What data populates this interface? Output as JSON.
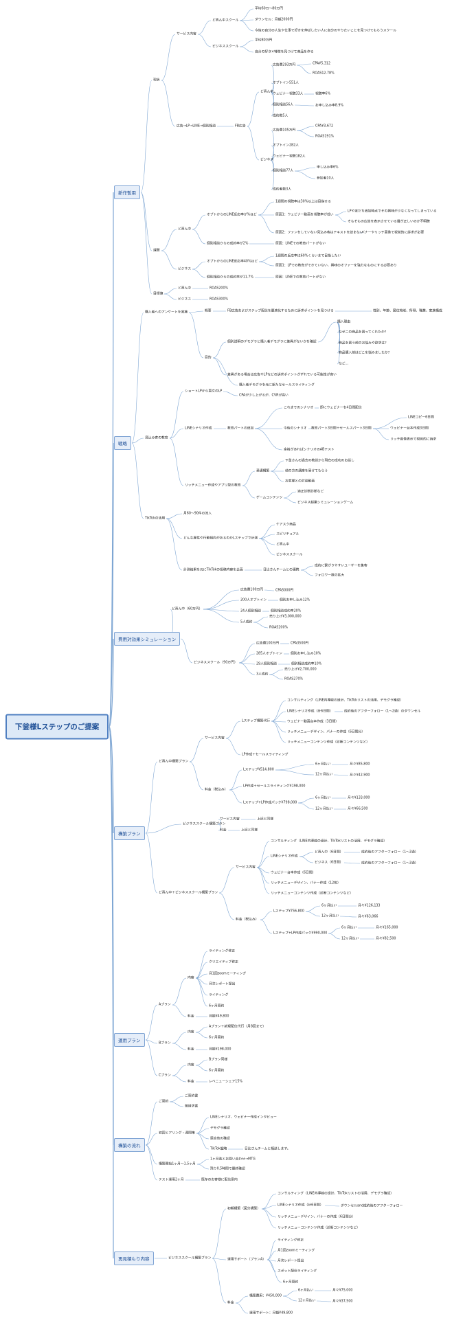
{
  "colors": {
    "line": "#7ea6d3",
    "root_fill": "#dde9f7",
    "root_border": "#4f7fc1",
    "root_text": "#1e4f96",
    "main_fill": "#e6eef9",
    "main_border": "#7fa4d4",
    "main_text": "#1e4f96",
    "text": "#222222"
  },
  "root": {
    "label": "下釜様Lステップのご提案"
  },
  "nodes": [
    {
      "id": "c1",
      "label": "新作暫用",
      "kind": "main"
    },
    {
      "id": "c2",
      "label": "戦略",
      "kind": "main"
    },
    {
      "id": "c3",
      "label": "費用対効果シミュレーション",
      "kind": "main"
    },
    {
      "id": "c4",
      "label": "構築プラン",
      "kind": "main"
    },
    {
      "id": "c5",
      "label": "運用プラン",
      "kind": "main"
    },
    {
      "id": "c6",
      "label": "構築の流れ",
      "kind": "main"
    },
    {
      "id": "c7",
      "label": "再見積もり内容",
      "kind": "main"
    },
    {
      "id": "n1",
      "p": "c1",
      "label": "現状"
    },
    {
      "id": "n2",
      "p": "n1",
      "label": "サービス内容"
    },
    {
      "id": "n3",
      "p": "n2",
      "label": "ど真ん中スクール"
    },
    {
      "id": "n4",
      "p": "n3",
      "label": "平均60万〜80万円"
    },
    {
      "id": "n5",
      "p": "n3",
      "label": "ダウンセル：月額2000円"
    },
    {
      "id": "n6",
      "p": "n3",
      "label": "今後の自分の人生や仕事で好きを伸ばしたい人に自分のやりたいことを見つけてもらうスクール"
    },
    {
      "id": "n7",
      "p": "n2",
      "label": "ビジネススクール"
    },
    {
      "id": "n8",
      "p": "n7",
      "label": "平均80万円"
    },
    {
      "id": "n9",
      "p": "n7",
      "label": "自分の好き×特徴を見つけて商品を作る"
    },
    {
      "id": "n10",
      "p": "n1",
      "label": "広告→LP→LINE→個別相談"
    },
    {
      "id": "n11",
      "p": "n10",
      "label": "FB広告"
    },
    {
      "id": "n12",
      "p": "n11",
      "label": "ど真ん中"
    },
    {
      "id": "n13",
      "p": "n12",
      "label": "広告費293万円"
    },
    {
      "id": "n14",
      "p": "n13",
      "label": "CPA¥5,312"
    },
    {
      "id": "n15",
      "p": "n13",
      "label": "ROAS12.78%"
    },
    {
      "id": "n16",
      "p": "n12",
      "label": "オプトイン551人"
    },
    {
      "id": "n17",
      "p": "n12",
      "label": "ウェビナー視聴33人"
    },
    {
      "id": "n18",
      "p": "n17",
      "label": "視聴率6%"
    },
    {
      "id": "n19",
      "p": "n12",
      "label": "個別相談56人"
    },
    {
      "id": "n20",
      "p": "n19",
      "label": "お申し込み率8.9%"
    },
    {
      "id": "n21",
      "p": "n12",
      "label": "成約数5人"
    },
    {
      "id": "n22",
      "p": "n11",
      "label": "ビジネス"
    },
    {
      "id": "n23",
      "p": "n22",
      "label": "広告費105万円"
    },
    {
      "id": "n24",
      "p": "n23",
      "label": "CPA¥3,672"
    },
    {
      "id": "n25",
      "p": "n23",
      "label": "ROAS191%"
    },
    {
      "id": "n26",
      "p": "n22",
      "label": "オプトイン282人"
    },
    {
      "id": "n27",
      "p": "n22",
      "label": "ウェビナー視聴182人"
    },
    {
      "id": "n28",
      "p": "n22",
      "label": "個別相談77人"
    },
    {
      "id": "n29",
      "p": "n28",
      "label": "申し込み率6%"
    },
    {
      "id": "n30",
      "p": "n28",
      "label": "参加者10人"
    },
    {
      "id": "n31",
      "p": "n22",
      "label": "成約者数3人"
    },
    {
      "id": "n32",
      "p": "c1",
      "label": "課題"
    },
    {
      "id": "n33",
      "p": "n32",
      "label": "ど真ん中"
    },
    {
      "id": "n34",
      "p": "n33",
      "label": "オプトからのLINE反応率が%ほど"
    },
    {
      "id": "n35",
      "p": "n34",
      "label": "1週間の視聴率は30%以上は目指せる"
    },
    {
      "id": "n36",
      "p": "n34",
      "label": "原因1：ウェビナー動画を視聴率が低い"
    },
    {
      "id": "n37",
      "p": "n36",
      "label": "LPや友だち追加時点でその興味が少なくなってしまっている"
    },
    {
      "id": "n38",
      "p": "n36",
      "label": "そもそもの広告を表示させている層が正しいのか不明瞭"
    },
    {
      "id": "n39",
      "p": "n34",
      "label": "原因2：ファンをしていない見込み客はテキストを読まない"
    },
    {
      "id": "n40",
      "p": "n39",
      "label": "バナーやリッチ画像で視覚的に訴求が必要"
    },
    {
      "id": "n41",
      "p": "n33",
      "label": "個別相談からの成約率が2%"
    },
    {
      "id": "n42",
      "p": "n41",
      "label": "原因：LINEでの教育パートがない"
    },
    {
      "id": "n43",
      "p": "n32",
      "label": "ビジネス"
    },
    {
      "id": "n44",
      "p": "n43",
      "label": "オプトからのLINE反応率40%ほど"
    },
    {
      "id": "n45",
      "p": "n44",
      "label": "1週間の反応率は60%くらいまで目指したい"
    },
    {
      "id": "n46",
      "p": "n44",
      "label": "原因1：LPでの教育ができていない、興味のオファーを強力なものにする必要あり"
    },
    {
      "id": "n47",
      "p": "n43",
      "label": "個別相談からの成約率が11.7%"
    },
    {
      "id": "n48",
      "p": "n47",
      "label": "原因：LINEでの教育パートがない"
    },
    {
      "id": "n49",
      "p": "c1",
      "label": "目標値"
    },
    {
      "id": "n50",
      "p": "n49",
      "label": "ど真ん中"
    },
    {
      "id": "n51",
      "p": "n50",
      "label": "ROAS200%"
    },
    {
      "id": "n52",
      "p": "n49",
      "label": "ビジネス"
    },
    {
      "id": "n53",
      "p": "n52",
      "label": "ROAS300%"
    },
    {
      "id": "n54",
      "p": "c2",
      "label": "購入者へのアンケートを実施"
    },
    {
      "id": "n55",
      "p": "n54",
      "label": "概要"
    },
    {
      "id": "n56",
      "p": "n55",
      "label": "FB広告およびステップ配信を最適化するために訴求ポイントを見つける"
    },
    {
      "id": "n57",
      "p": "n56",
      "label": "性別、年齢、居住地域、所得、職業、家族構成"
    },
    {
      "id": "n58",
      "p": "n54",
      "label": "目的"
    },
    {
      "id": "n59",
      "p": "n58",
      "label": "個別説明のデモグラと購入者デモグラに差異がないかを確認"
    },
    {
      "id": "n60",
      "p": "n59",
      "label": "購入理由"
    },
    {
      "id": "n61",
      "p": "n60",
      "label": "なぜこの商品を買ってくれたか？"
    },
    {
      "id": "n62",
      "p": "n60",
      "label": "商品を買う前のお悩みや欲求は？"
    },
    {
      "id": "n63",
      "p": "n60",
      "label": "商品購入前はどこを悩みましたか？"
    },
    {
      "id": "n64",
      "p": "n60",
      "label": "など..."
    },
    {
      "id": "n65",
      "p": "n58",
      "label": "差異がある場合は広告やLPなどの訴求ポイントがずれている可能性が高い"
    },
    {
      "id": "n66",
      "p": "n58",
      "label": "購入者デモグラを元に新たなセールスライティング"
    },
    {
      "id": "n67",
      "p": "c2",
      "label": "見込み客の教育"
    },
    {
      "id": "n68",
      "p": "n67",
      "label": "ショートLPから直文のLP"
    },
    {
      "id": "n69",
      "p": "n68",
      "label": "CPAが少し上がるが、CVRが高い"
    },
    {
      "id": "n70",
      "p": "n67",
      "label": "LINEシナリオ作成"
    },
    {
      "id": "n71",
      "p": "n70",
      "label": "教育パートの追加"
    },
    {
      "id": "n72",
      "p": "n71",
      "label": "これまでのシナリオ"
    },
    {
      "id": "n73",
      "p": "n72",
      "label": "即にウェビナーを4日間配信"
    },
    {
      "id": "n74",
      "p": "n71",
      "label": "今後のシナリオ"
    },
    {
      "id": "n75",
      "p": "n74",
      "label": "教育パート3日間＋セールスパート3日間"
    },
    {
      "id": "n76",
      "p": "n75",
      "label": "LINEコピー6日間"
    },
    {
      "id": "n77",
      "p": "n75",
      "label": "ウェビナー台本作成3日間"
    },
    {
      "id": "n78",
      "p": "n75",
      "label": "リッチ画像表示で視覚的に訴求"
    },
    {
      "id": "n79",
      "p": "n71",
      "label": "余裕があればシナリオのABテスト"
    },
    {
      "id": "n80",
      "p": "n67",
      "label": "リッチメニュー作成やアプリ型の教育"
    },
    {
      "id": "n81",
      "p": "n80",
      "label": "受講構築"
    },
    {
      "id": "n82",
      "p": "n81",
      "label": "下釜さんの過去の教訓から現在の成功のお話し"
    },
    {
      "id": "n83",
      "p": "n81",
      "label": "他の方の講座を受けてもらう"
    },
    {
      "id": "n84",
      "p": "n81",
      "label": "お客様との対談動画"
    },
    {
      "id": "n85",
      "p": "n80",
      "label": "ゲームコンテンツ"
    },
    {
      "id": "n86",
      "p": "n85",
      "label": "適正診断診断など"
    },
    {
      "id": "n87",
      "p": "n85",
      "label": "ビジネス起業シミュレーションゲーム"
    },
    {
      "id": "n88",
      "p": "c2",
      "label": "TikTokの活用"
    },
    {
      "id": "n89",
      "p": "n88",
      "label": "月60〜90件の流入"
    },
    {
      "id": "n90",
      "p": "n88",
      "label": "どんな属性や行動傾向があるのかLステップで計測"
    },
    {
      "id": "n91",
      "p": "n90",
      "label": "ケアスク商品"
    },
    {
      "id": "n92",
      "p": "n90",
      "label": "スピリチュアル"
    },
    {
      "id": "n93",
      "p": "n90",
      "label": "ど真ん中"
    },
    {
      "id": "n94",
      "p": "n90",
      "label": "ビジネススクール"
    },
    {
      "id": "n95",
      "p": "n88",
      "label": "計測結果を元にTikTokの投稿内容を企画"
    },
    {
      "id": "n96",
      "p": "n95",
      "label": "日比さんチームとの連携"
    },
    {
      "id": "n97",
      "p": "n96",
      "label": "成約に繋がりやすいユーザーを集客"
    },
    {
      "id": "n98",
      "p": "n96",
      "label": "フォロワー数の拡大"
    },
    {
      "id": "n99",
      "p": "c3",
      "label": "ど真ん中（60万円）"
    },
    {
      "id": "n100",
      "p": "n99",
      "label": "広告費100万円"
    },
    {
      "id": "n101",
      "p": "n100",
      "label": "CPA5000円"
    },
    {
      "id": "n102",
      "p": "n99",
      "label": "200人オプトイン"
    },
    {
      "id": "n103",
      "p": "n102",
      "label": "個別お申し込み12%"
    },
    {
      "id": "n104",
      "p": "n99",
      "label": "24人個別相談"
    },
    {
      "id": "n105",
      "p": "n104",
      "label": "個別相談成約率20%"
    },
    {
      "id": "n106",
      "p": "n99",
      "label": "5人成約"
    },
    {
      "id": "n107",
      "p": "n106",
      "label": "売り上げ¥3,000,000"
    },
    {
      "id": "n108",
      "p": "n106",
      "label": "ROAS200%"
    },
    {
      "id": "n109",
      "p": "c3",
      "label": "ビジネススクール（90万円）"
    },
    {
      "id": "n110",
      "p": "n109",
      "label": "広告費100万円"
    },
    {
      "id": "n111",
      "p": "n110",
      "label": "CPA3500円"
    },
    {
      "id": "n112",
      "p": "n109",
      "label": "285人オプトイン"
    },
    {
      "id": "n113",
      "p": "n112",
      "label": "個別お申し込み10%"
    },
    {
      "id": "n114",
      "p": "n109",
      "label": "29人個別相談"
    },
    {
      "id": "n115",
      "p": "n114",
      "label": "個別相談成約率10%"
    },
    {
      "id": "n116",
      "p": "n109",
      "label": "3人成約"
    },
    {
      "id": "n117",
      "p": "n116",
      "label": "売り上げ¥2,700,000"
    },
    {
      "id": "n118",
      "p": "n116",
      "label": "ROAS270%"
    },
    {
      "id": "n119",
      "p": "c4",
      "label": "ど真ん中構築プラン"
    },
    {
      "id": "n120",
      "p": "n119",
      "label": "サービス内容"
    },
    {
      "id": "n121",
      "p": "n120",
      "label": "Lステップ構築代行"
    },
    {
      "id": "n122",
      "p": "n121",
      "label": "コンサルティング（LINE内導線の設計、TikTokリストの活用、デモグラ確認）"
    },
    {
      "id": "n123",
      "p": "n121",
      "label": "LINEシナリオ作成（計6日間）"
    },
    {
      "id": "n124",
      "p": "n123",
      "label": "成約後のアフターフォロー（1〜2通）のダウンセル"
    },
    {
      "id": "n125",
      "p": "n121",
      "label": "ウェビナー動画台本作成（3日間）"
    },
    {
      "id": "n126",
      "p": "n121",
      "label": "リッチメニューデザイン、バナーの作成（6日間分）"
    },
    {
      "id": "n127",
      "p": "n121",
      "label": "リッチメニューコンテンツ作成（診断コンテンツなど）"
    },
    {
      "id": "n128",
      "p": "n120",
      "label": "LP作成＋セールスライティング"
    },
    {
      "id": "n129",
      "p": "n119",
      "label": "料金（税込み）"
    },
    {
      "id": "n130",
      "p": "n129",
      "label": "Lステップ¥514,800"
    },
    {
      "id": "n131",
      "p": "n130",
      "label": "6ヶ月払い"
    },
    {
      "id": "n132",
      "p": "n131",
      "label": "月々¥85,800"
    },
    {
      "id": "n133",
      "p": "n130",
      "label": "12ヶ月払い"
    },
    {
      "id": "n134",
      "p": "n133",
      "label": "月々¥42,900"
    },
    {
      "id": "n135",
      "p": "n129",
      "label": "LP作成＋セールスライティング¥198,000"
    },
    {
      "id": "n136",
      "p": "n129",
      "label": "Lステップ+LP作成パック¥798,000"
    },
    {
      "id": "n137",
      "p": "n136",
      "label": "6ヶ月払い"
    },
    {
      "id": "n138",
      "p": "n137",
      "label": "月々¥133,000"
    },
    {
      "id": "n139",
      "p": "n136",
      "label": "12ヶ月払い"
    },
    {
      "id": "n140",
      "p": "n139",
      "label": "月々¥66,500"
    },
    {
      "id": "n141",
      "p": "c4",
      "label": "ビジネススクール構築プラン"
    },
    {
      "id": "n142",
      "p": "n141",
      "label": "サービス内容"
    },
    {
      "id": "n143",
      "p": "n142",
      "label": "上記と同様"
    },
    {
      "id": "n144",
      "p": "n141",
      "label": "料金"
    },
    {
      "id": "n145",
      "p": "n144",
      "label": "上記と同様"
    },
    {
      "id": "n146",
      "p": "c4",
      "label": "ど真ん中＋ビジネススクール構築プラン"
    },
    {
      "id": "n147",
      "p": "n146",
      "label": "サービス内容"
    },
    {
      "id": "n148",
      "p": "n147",
      "label": "コンサルティング（LINE内導線の設計、TikTokリストの活用、デモグラ確認）"
    },
    {
      "id": "n149",
      "p": "n147",
      "label": "LINEシナリオ作成"
    },
    {
      "id": "n150",
      "p": "n149",
      "label": "ど真ん中（6日間）"
    },
    {
      "id": "n151",
      "p": "n150",
      "label": "成約後のアフターフォロー（1〜2通）"
    },
    {
      "id": "n152",
      "p": "n149",
      "label": "ビジネス（6日間）"
    },
    {
      "id": "n153",
      "p": "n152",
      "label": "成約後のアフターフォロー（1〜2通）"
    },
    {
      "id": "n154",
      "p": "n147",
      "label": "ウェビナー台本作成（6日間）"
    },
    {
      "id": "n155",
      "p": "n147",
      "label": "リッチメニューデザイン、バナー作成（12枚）"
    },
    {
      "id": "n156",
      "p": "n147",
      "label": "リッチメニューコンテンツ作成（診断コンテンツなど）"
    },
    {
      "id": "n157",
      "p": "n146",
      "label": "料金（税込み）"
    },
    {
      "id": "n158",
      "p": "n157",
      "label": "Lステップ¥756,800"
    },
    {
      "id": "n159",
      "p": "n158",
      "label": "6ヶ月払い"
    },
    {
      "id": "n160",
      "p": "n159",
      "label": "月々¥126,133"
    },
    {
      "id": "n161",
      "p": "n158",
      "label": "12ヶ月払い"
    },
    {
      "id": "n162",
      "p": "n161",
      "label": "月々¥63,066"
    },
    {
      "id": "n163",
      "p": "n157",
      "label": "Lステップ+LP作成パック¥990,000"
    },
    {
      "id": "n164",
      "p": "n163",
      "label": "6ヶ月払い"
    },
    {
      "id": "n165",
      "p": "n164",
      "label": "月々¥165,000"
    },
    {
      "id": "n166",
      "p": "n163",
      "label": "12ヶ月払い"
    },
    {
      "id": "n167",
      "p": "n166",
      "label": "月々¥82,500"
    },
    {
      "id": "n168",
      "p": "c5",
      "label": "Aプラン"
    },
    {
      "id": "n169",
      "p": "n168",
      "label": "内容"
    },
    {
      "id": "n170",
      "p": "n169",
      "label": "ライティング修正"
    },
    {
      "id": "n171",
      "p": "n169",
      "label": "クリエイティブ修正"
    },
    {
      "id": "n172",
      "p": "n169",
      "label": "月1回zoomミーティング"
    },
    {
      "id": "n173",
      "p": "n169",
      "label": "月次レポート提出"
    },
    {
      "id": "n174",
      "p": "n169",
      "label": "ライティング"
    },
    {
      "id": "n175",
      "p": "n169",
      "label": "6ヶ月契約"
    },
    {
      "id": "n176",
      "p": "n168",
      "label": "料金"
    },
    {
      "id": "n177",
      "p": "n176",
      "label": "月額¥49,800"
    },
    {
      "id": "n178",
      "p": "c5",
      "label": "Bプラン"
    },
    {
      "id": "n179",
      "p": "n178",
      "label": "内容"
    },
    {
      "id": "n180",
      "p": "n179",
      "label": "Aプラン＋新規配信代行（月8回まで）"
    },
    {
      "id": "n181",
      "p": "n179",
      "label": "6ヶ月契約"
    },
    {
      "id": "n182",
      "p": "n178",
      "label": "料金"
    },
    {
      "id": "n183",
      "p": "n182",
      "label": "月額¥198,000"
    },
    {
      "id": "n184",
      "p": "c5",
      "label": "Cプラン"
    },
    {
      "id": "n185",
      "p": "n184",
      "label": "内容"
    },
    {
      "id": "n186",
      "p": "n185",
      "label": "Bプラン同様"
    },
    {
      "id": "n187",
      "p": "n185",
      "label": "6ヶ月契約"
    },
    {
      "id": "n188",
      "p": "n184",
      "label": "料金"
    },
    {
      "id": "n189",
      "p": "n188",
      "label": "レベニューシェア15%"
    },
    {
      "id": "n190",
      "p": "c6",
      "label": "ご契約"
    },
    {
      "id": "n191",
      "p": "n190",
      "label": "ご契約書"
    },
    {
      "id": "n192",
      "p": "n190",
      "label": "御請求書"
    },
    {
      "id": "n193",
      "p": "c6",
      "label": "初回ヒアリング・週間策"
    },
    {
      "id": "n194",
      "p": "n193",
      "label": "LINEシナリオ、ウェビナー作成インタビュー"
    },
    {
      "id": "n195",
      "p": "n193",
      "label": "デモグラ確認"
    },
    {
      "id": "n196",
      "p": "n193",
      "label": "競合他の確認"
    },
    {
      "id": "n197",
      "p": "n193",
      "label": "TikTok戦略"
    },
    {
      "id": "n198",
      "p": "n197",
      "label": "日比さんチームと相談します。"
    },
    {
      "id": "n199",
      "p": "c6",
      "label": "構築開始1ヶ月〜1.5ヶ月"
    },
    {
      "id": "n200",
      "p": "n199",
      "label": "1ヶ月進とお問い合わせ→MTG"
    },
    {
      "id": "n201",
      "p": "n199",
      "label": "残り0.5時間で最終確認"
    },
    {
      "id": "n202",
      "p": "c6",
      "label": "テスト運用2ヶ月"
    },
    {
      "id": "n203",
      "p": "n202",
      "label": "既存のお客様に配信案内"
    },
    {
      "id": "n204",
      "p": "c7",
      "label": "ビジネススクール構築プラン"
    },
    {
      "id": "n205",
      "p": "n204",
      "label": "初期構築（図分構築）"
    },
    {
      "id": "n206",
      "p": "n205",
      "label": "コンサルティング（LINE内導線の設計、TikTokリストの活用、デモグラ確認）"
    },
    {
      "id": "n207",
      "p": "n205",
      "label": "LINEシナリオ作成（計6日間）"
    },
    {
      "id": "n208",
      "p": "n207",
      "label": "ダウンセルand成約後のアフターフォロー"
    },
    {
      "id": "n209",
      "p": "n205",
      "label": "リッチメニューデザイン、バナーの作成（6日間分）"
    },
    {
      "id": "n210",
      "p": "n205",
      "label": "リッチメニューコンテンツ作成（診断コンテンツなど）"
    },
    {
      "id": "n211",
      "p": "n204",
      "label": "運用サポート（プランA）"
    },
    {
      "id": "n212",
      "p": "n211",
      "label": "ライティング修正"
    },
    {
      "id": "n213",
      "p": "n211",
      "label": "月1回zoomミーティング"
    },
    {
      "id": "n214",
      "p": "n211",
      "label": "月次レポート提出"
    },
    {
      "id": "n215",
      "p": "n211",
      "label": "スポット配信ライティング"
    },
    {
      "id": "n216",
      "p": "n211",
      "label": "6ヶ月契約"
    },
    {
      "id": "n217",
      "p": "n204",
      "label": "料金"
    },
    {
      "id": "n218",
      "p": "n217",
      "label": "構築費用：¥450,000"
    },
    {
      "id": "n219",
      "p": "n218",
      "label": "6ヶ月払い"
    },
    {
      "id": "n220",
      "p": "n219",
      "label": "月々¥75,000"
    },
    {
      "id": "n221",
      "p": "n218",
      "label": "12ヶ月払い"
    },
    {
      "id": "n222",
      "p": "n221",
      "label": "月々¥37,500"
    },
    {
      "id": "n223",
      "p": "n217",
      "label": "運用サポート：月額¥49,800"
    }
  ]
}
